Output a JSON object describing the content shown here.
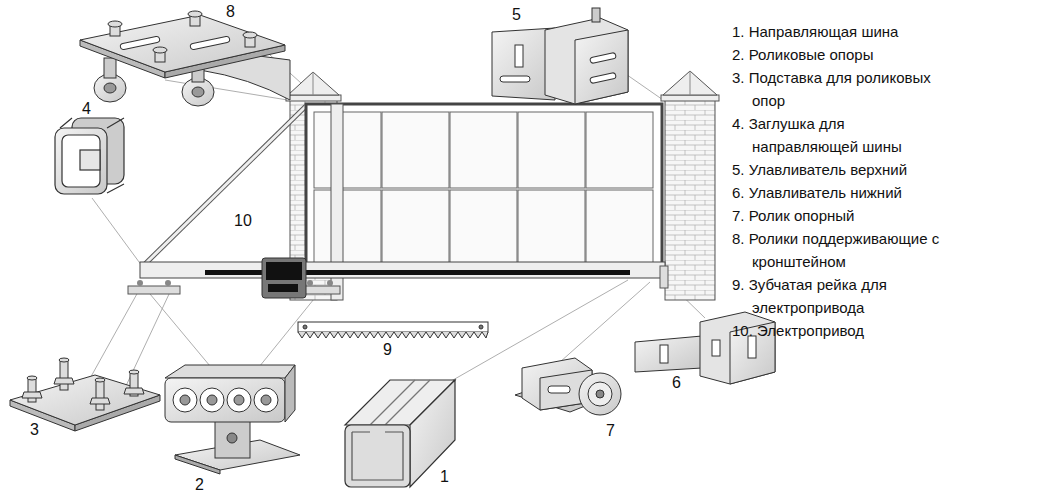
{
  "diagram": {
    "labels": [
      "8",
      "5",
      "4",
      "10",
      "9",
      "6",
      "7",
      "3",
      "2",
      "1",
      "1. Направляющая шина",
      "2. Роликовые опоры",
      "3. Подставка для роликовых опор",
      "4. Заглушка для направляющей шины",
      "5. Улавливатель верхний",
      "6. Улавливатель нижний",
      "7. Ролик опорный",
      "8. Ролики поддерживающие с кронштейном",
      "9. Зубчатая рейка для электропривода",
      "10. Электропривод"
    ]
  }
}
